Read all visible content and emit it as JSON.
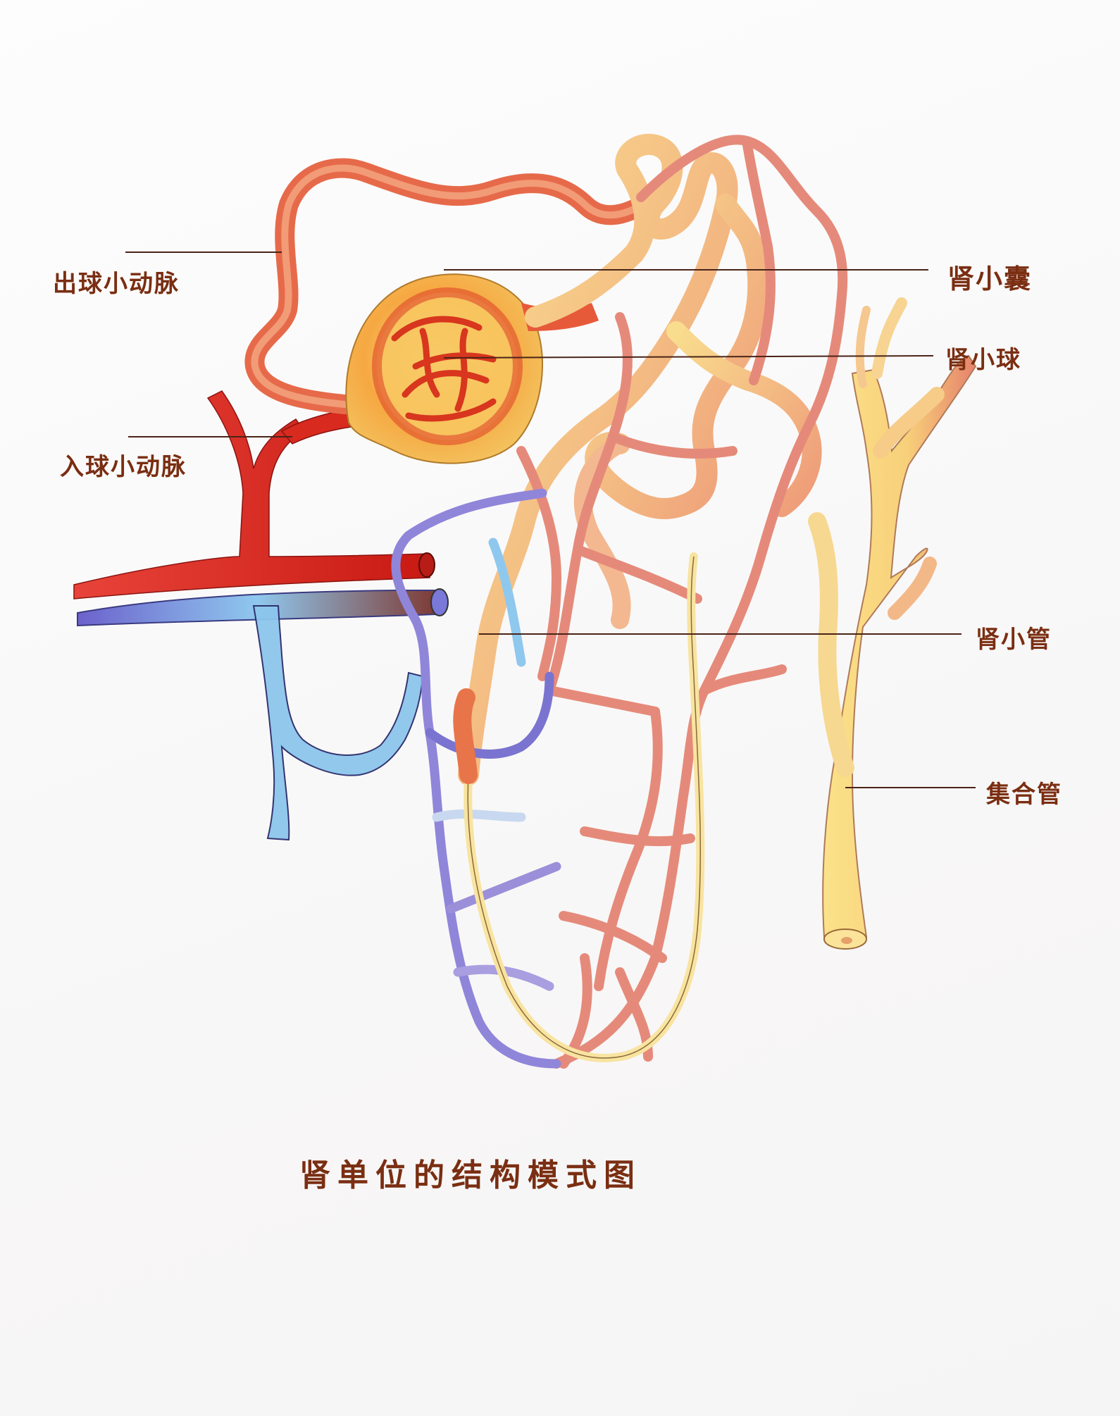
{
  "figure": {
    "title": "肾单位的结构模式图",
    "labels": {
      "efferent_arteriole": "出球小动脉",
      "afferent_arteriole": "入球小动脉",
      "renal_capsule": "肾小囊",
      "glomerulus": "肾小球",
      "renal_tubule": "肾小管",
      "collecting_duct": "集合管"
    }
  },
  "colors": {
    "artery": "#d8261c",
    "vein": "#6e6ad0",
    "vein_light": "#8fc8ee",
    "capillary": "#e58a7a",
    "tubule": "#f4c27a",
    "tubule_light": "#fbe9a0",
    "capsule": "#f6b548",
    "label_ink": "#7a2e12"
  }
}
